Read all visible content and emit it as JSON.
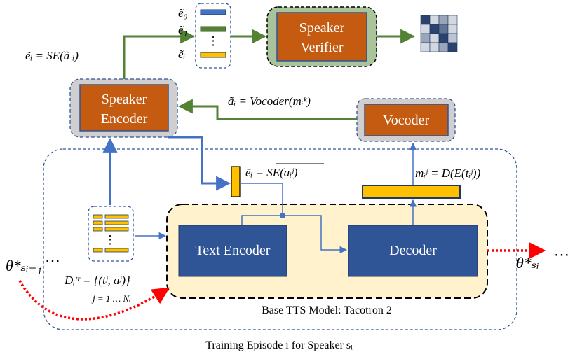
{
  "colors": {
    "accent_orange": "#c55a11",
    "navy_block": "#2f5597",
    "green_arrow": "#548235",
    "blue_arrow": "#4472c4",
    "yellow_bar": "#ffc000",
    "tts_background": "#fff2cc",
    "red_dotted": "#ff0000"
  },
  "nodes": {
    "speaker_encoder": [
      "Speaker",
      "Encoder"
    ],
    "speaker_verifier": [
      "Speaker",
      "Verifier"
    ],
    "vocoder": "Vocoder",
    "text_encoder": "Text Encoder",
    "decoder": "Decoder"
  },
  "labels": {
    "e0": "e͂₀",
    "e1": "e͂₁",
    "dots": "⋮",
    "ei": "e͂ᵢ",
    "se_formula": "e͂ᵢ = SE(ã ᵢ)",
    "vocoder_formula": "ãᵢ = Vocoder(mᵢᵏ)",
    "avg_embedding": "ēᵢ = SE(aᵢʲ)",
    "mel_formula": "mᵢʲ = D(E(tᵢʲ))",
    "dataset": "Dᵢᵗʳ = {(tʲ, aʲ)}",
    "index_range": "j = 1 … Nᵢ",
    "theta_prev": "θ*ₛᵢ₋₁",
    "theta_prev_dots": "⋯",
    "theta_next": "θ*ₛᵢ",
    "theta_next_dots": "⋯"
  },
  "captions": {
    "base_model": "Base TTS Model: Tacotron 2",
    "episode": "Training Episode i for Speaker sᵢ"
  },
  "similarity_matrix_levels": [
    [
      0.95,
      0.2,
      0.45,
      0.2
    ],
    [
      0.2,
      0.95,
      0.7,
      0.2
    ],
    [
      0.45,
      0.2,
      0.95,
      0.3
    ],
    [
      0.2,
      0.2,
      0.45,
      0.95
    ]
  ]
}
